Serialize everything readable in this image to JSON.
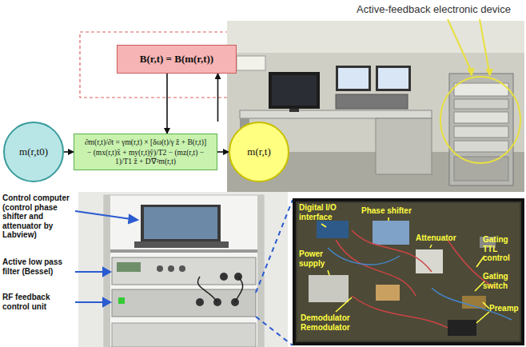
{
  "diagram": {
    "nodes": [
      {
        "text": [
          "m(r,t0)"
        ]
      },
      {
        "text": [
          "B(r,t) = B(m(r,t))"
        ]
      },
      {
        "text": [
          "∂m(r,t)/∂t = γm(r,t) × [δω(t)/γ ẑ + B(r,t)]",
          "− (mx(r,t)x̂ + my(r,t)ŷ)/T2 − (mz(r,t) − 1)/T1 ẑ + D∇²m(r,t)"
        ]
      },
      {
        "text": [
          "m(r,t)"
        ]
      }
    ],
    "edges": [
      {
        "from": 0,
        "to": 2,
        "arrow": "to"
      },
      {
        "from": 2,
        "to": 3,
        "arrow": "to"
      },
      {
        "from": 3,
        "to": 1,
        "arrow": "to"
      },
      {
        "from": 1,
        "to": 2,
        "arrow": "to"
      }
    ],
    "labels": [
      "Active-feedback electronic device",
      "Control computer (control phase shifter and attenuator by Labview)",
      "Active low pass filter (Bessel)",
      "RF feedback control unit",
      "Digital I/O interface",
      "Phase shifter",
      "Attenuator",
      "Gating TTL control",
      "Gating switch",
      "Preamp",
      "Power supply",
      "Demodulator Remodulator"
    ]
  }
}
